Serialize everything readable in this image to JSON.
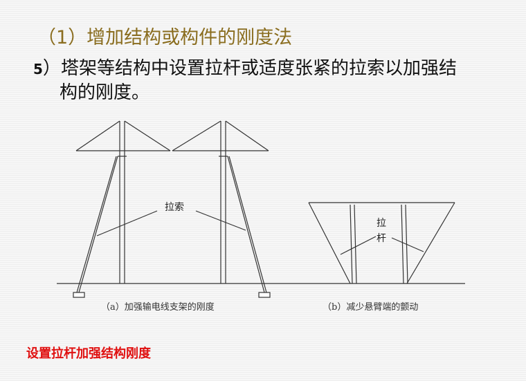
{
  "slide": {
    "title": "（1）增加结构或构件的刚度法",
    "point": {
      "number": "5",
      "bracket": "）",
      "line1": "塔架等结构中设置拉杆或适度张紧的拉索以加强结",
      "line2": "构的刚度。"
    },
    "figure": {
      "label_a": "拉索",
      "label_b_1": "拉",
      "label_b_2": "杆",
      "caption_a": "（a）加强输电线支架的刚度",
      "caption_b": "（b）减少悬臂端的颤动"
    },
    "conclusion": "设置拉杆加强结构刚度",
    "colors": {
      "title": "#8a6d1f",
      "conclusion": "#e01010",
      "text": "#111111",
      "line": "#333333"
    }
  }
}
